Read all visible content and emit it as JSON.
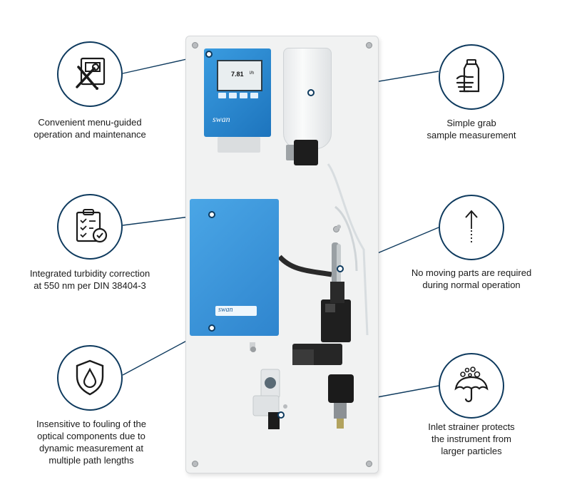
{
  "features": [
    {
      "id": "menu",
      "icon": "tools-screen-icon",
      "lines": [
        "Convenient menu-guided",
        "operation and maintenance"
      ]
    },
    {
      "id": "turbidity",
      "icon": "clipboard-check-icon",
      "lines": [
        "Integrated turbidity correction",
        "at 550 nm per DIN 38404-3"
      ]
    },
    {
      "id": "fouling",
      "icon": "shield-drop-icon",
      "lines": [
        "Insensitive to fouling of the",
        "optical components due to",
        "dynamic measurement at",
        "multiple path lengths"
      ]
    },
    {
      "id": "grab",
      "icon": "hand-bottle-icon",
      "lines": [
        "Simple grab",
        "sample measurement"
      ]
    },
    {
      "id": "moving",
      "icon": "arrow-up-icon",
      "lines": [
        "No moving parts are required",
        "during normal operation"
      ]
    },
    {
      "id": "strainer",
      "icon": "umbrella-particles-icon",
      "lines": [
        "Inlet strainer protects",
        "the instrument from",
        "larger particles"
      ]
    }
  ],
  "device": {
    "display_value": "7.81",
    "display_unit": "l/h",
    "brand": "swan"
  },
  "colors": {
    "accent": "#0e3a5e",
    "device_blue": "#2a86d0",
    "panel": "#f1f2f2"
  }
}
